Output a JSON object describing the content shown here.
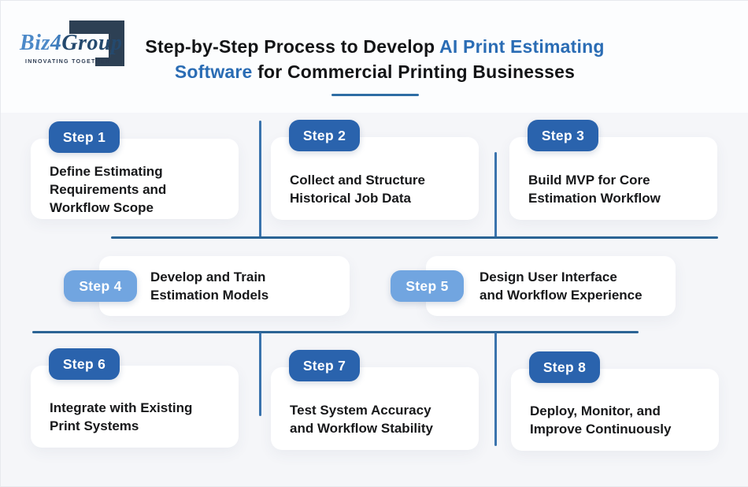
{
  "logo": {
    "part1": "Biz",
    "part2": "4",
    "part3": "Group",
    "tagline": "INNOVATING TOGETHER"
  },
  "title": {
    "line1_dark": "Step-by-Step Process to Develop ",
    "line1_accent": "AI Print Estimating",
    "line2_accent": "Software",
    "line2_dark": " for Commercial Printing Businesses"
  },
  "colors": {
    "accent_blue": "#2a6cb4",
    "badge_dark": "#2a63ad",
    "badge_light": "#71a5e0",
    "connector": "#2b6495",
    "background": "#f5f6f9",
    "card": "#ffffff"
  },
  "steps": [
    {
      "badge": "Step 1",
      "text": "Define Estimating\nRequirements and\nWorkflow Scope"
    },
    {
      "badge": "Step 2",
      "text": "Collect and Structure\nHistorical Job Data"
    },
    {
      "badge": "Step 3",
      "text": "Build MVP for Core\nEstimation Workflow"
    },
    {
      "badge": "Step 4",
      "text": "Develop and Train\nEstimation Models"
    },
    {
      "badge": "Step 5",
      "text": "Design User Interface\nand Workflow Experience"
    },
    {
      "badge": "Step 6",
      "text": "Integrate with Existing\nPrint Systems"
    },
    {
      "badge": "Step 7",
      "text": "Test System Accuracy\nand Workflow Stability"
    },
    {
      "badge": "Step 8",
      "text": "Deploy, Monitor, and\nImprove Continuously"
    }
  ]
}
